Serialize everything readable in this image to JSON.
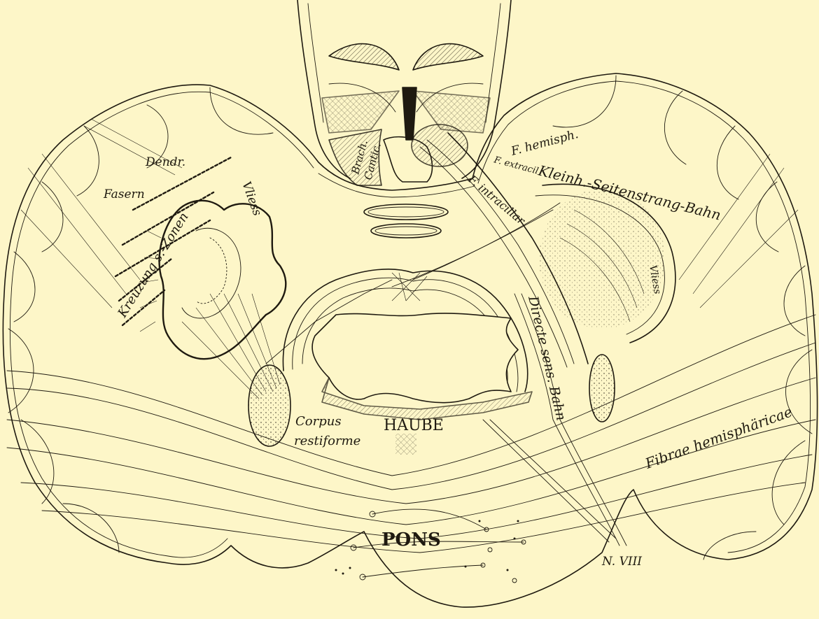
{
  "labels": {
    "dendr": "Dendr.",
    "fasern": "Fasern",
    "kreuzung": "Kreuzung s.-Zonen",
    "vliess_left": "Vliess",
    "brach": "Brach.",
    "cantic": "Cantic.",
    "f_hemisph": "F. hemisph.",
    "f_extracil": "F. extracil",
    "f_intracil": "F. intracillar",
    "kleinh": "Kleinh.-Seitenstrang-Bahn",
    "vliess_right": "Vliess",
    "directe": "Directe sens. Bahn",
    "haube": "HAUBE",
    "corpus": "Corpus",
    "restiforme": "restiforme",
    "fibrae": "Fibrae hemisphäricae",
    "pons": "PONS",
    "n_viii": "N. VIII"
  },
  "colors": {
    "paper": "#fdf6c8",
    "ink": "#1f1a10"
  }
}
